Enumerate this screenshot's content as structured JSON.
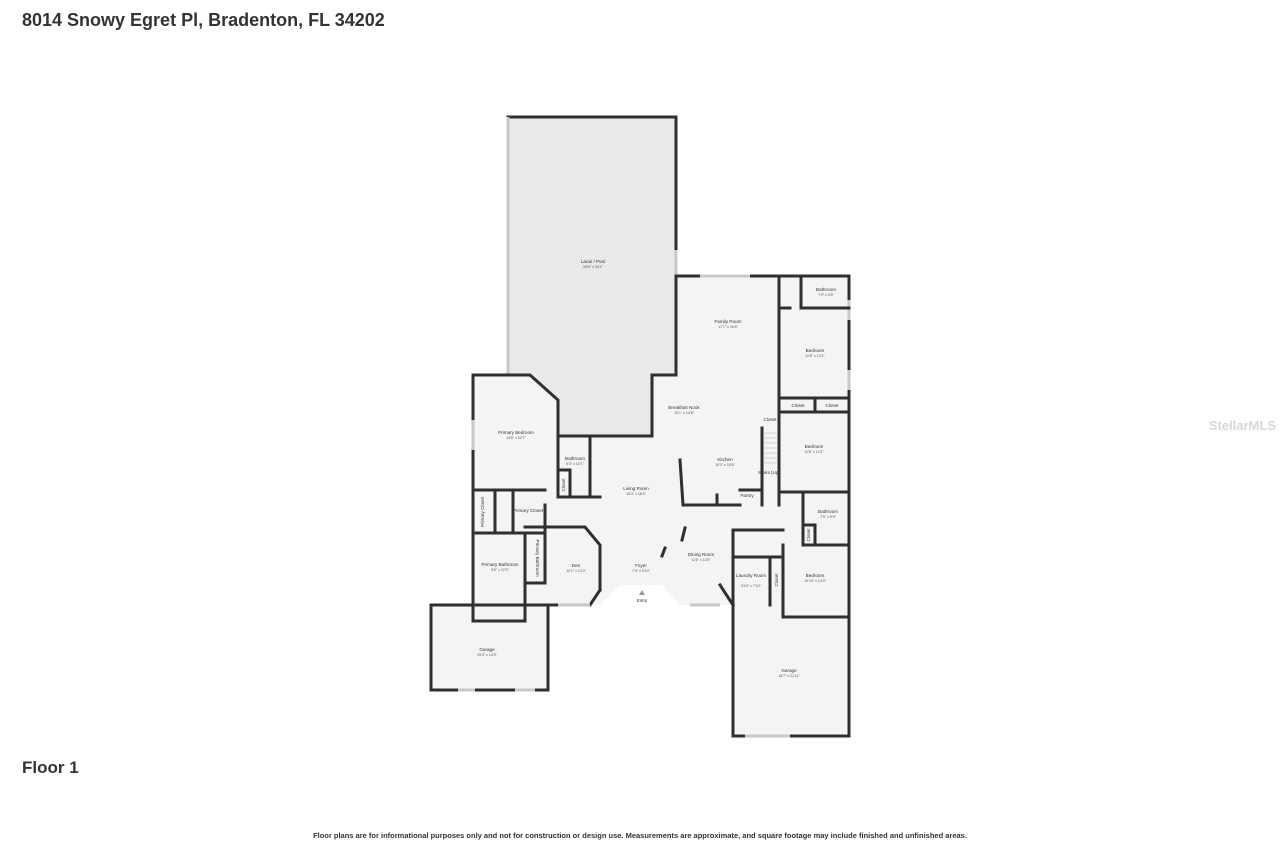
{
  "header": {
    "address": "8014 Snowy Egret Pl, Bradenton, FL 34202"
  },
  "floor_label": "Floor 1",
  "disclaimer": "Floor plans are for informational purposes only and not for construction or design use. Measurements are approximate, and square footage may include finished and unfinished areas.",
  "watermark": "StellarMLS",
  "rooms": [
    {
      "name": "Lanai / Pool",
      "dims": "28'6\" x 34'1\""
    },
    {
      "name": "Family Room",
      "dims": "17'7\" x 16'6\""
    },
    {
      "name": "Bathroom",
      "dims": "7'9\" x 5'5\""
    },
    {
      "name": "Bedroom",
      "dims": "11'8\" x 13'1\""
    },
    {
      "name": "Breakfast Nook",
      "dims": "10'1\" x 14'8\""
    },
    {
      "name": "Primary Bedroom",
      "dims": "14'6\" x 22'7\""
    },
    {
      "name": "Bathroom",
      "dims": "5'3\" x 10'1\""
    },
    {
      "name": "Kitchen",
      "dims": "15'2\" x 15'6\""
    },
    {
      "name": "Bedroom",
      "dims": "11'8\" x 12'4\""
    },
    {
      "name": "Living Room",
      "dims": "15'3\" x 18'4\""
    },
    {
      "name": "Bathroom",
      "dims": "7'5\" x 9'9\""
    },
    {
      "name": "Dining Room",
      "dims": "11'6\" x 12'3\""
    },
    {
      "name": "Den",
      "dims": "12'1\" x 13'3\""
    },
    {
      "name": "Foyer",
      "dims": "7'5\" x 5'10\""
    },
    {
      "name": "Laundry Room",
      "dims": "5'10\" x 7'10\""
    },
    {
      "name": "Bedroom",
      "dims": "10'10\" x 14'3\""
    },
    {
      "name": "Primary Bathroom",
      "dims": "8'5\" x 22'3\""
    },
    {
      "name": "Garage",
      "dims": "19'3\" x 14'3\""
    },
    {
      "name": "Garage",
      "dims": "18'7\" x 21'11\""
    }
  ],
  "small_labels": {
    "closet": "Closet",
    "primary_closet": "Primary Closet",
    "primary_bathroom_side": "Primary Bathroom",
    "stairs": "Stairs (Up)",
    "pantry": "Pantry",
    "entry": "Entry"
  }
}
